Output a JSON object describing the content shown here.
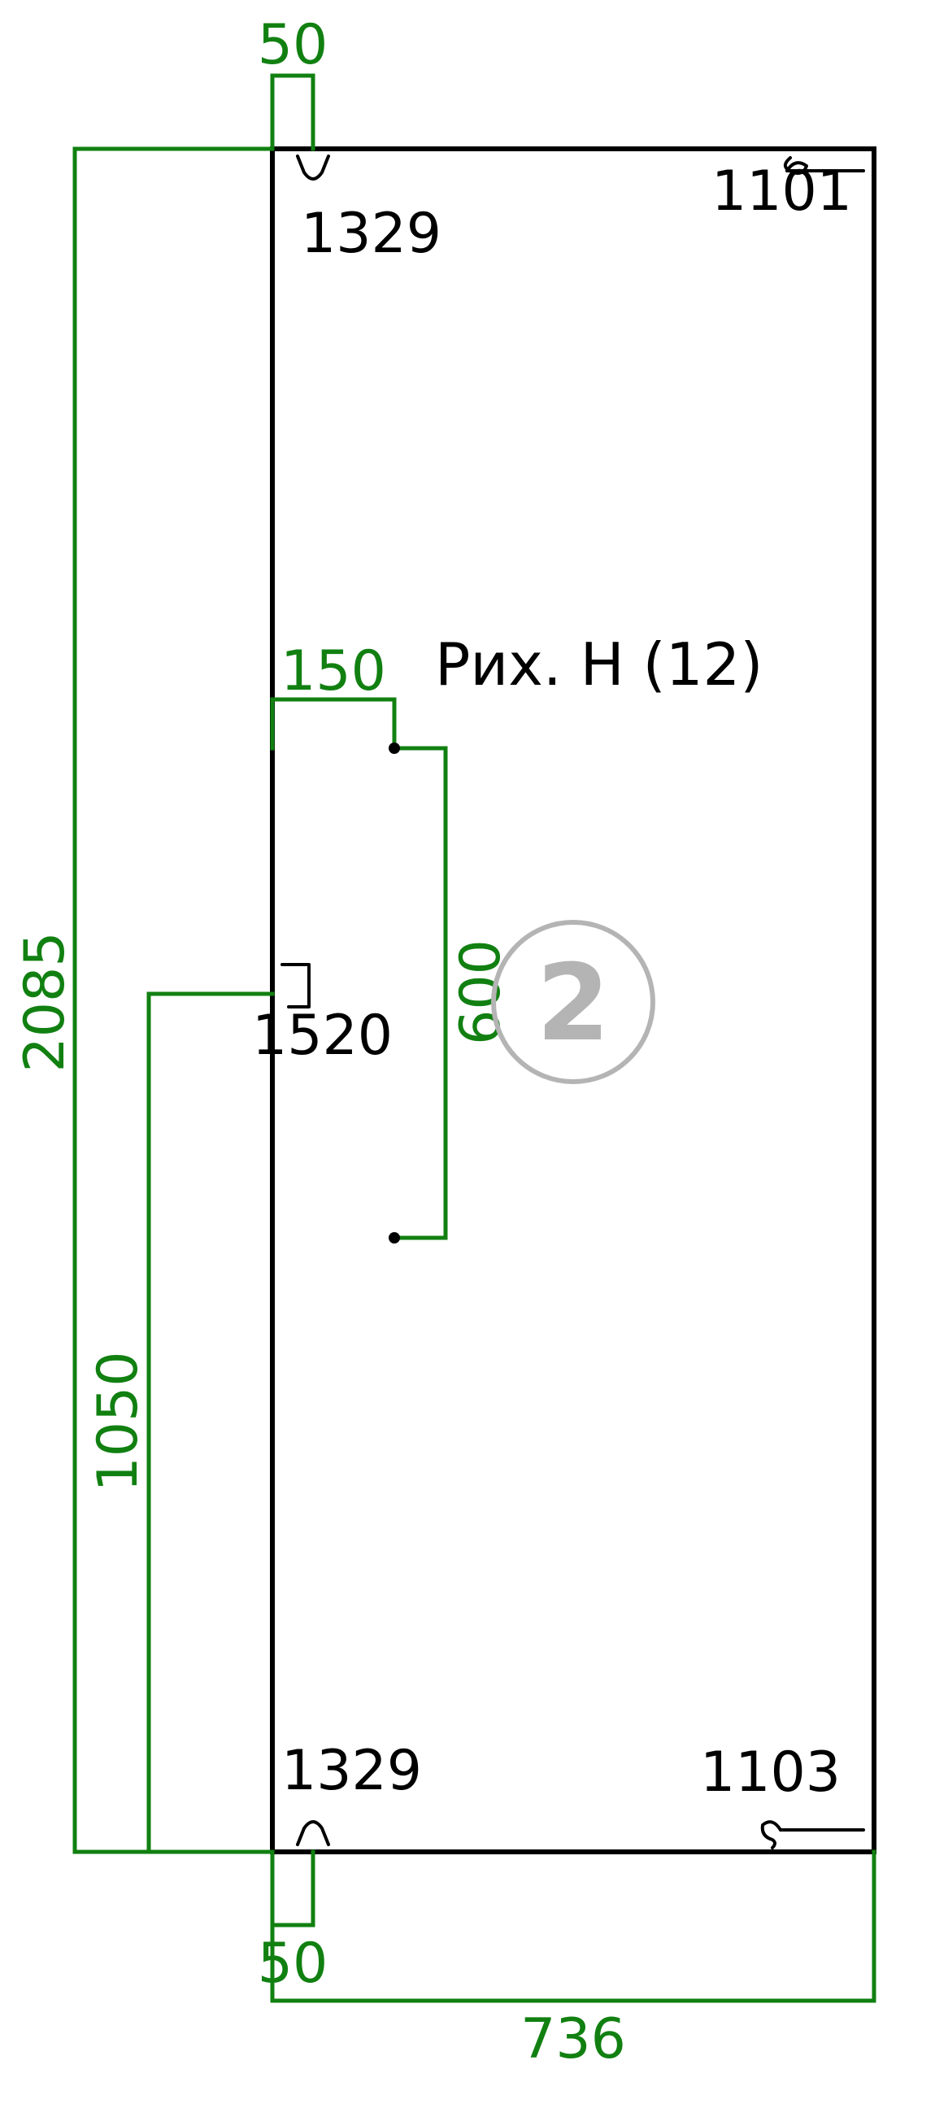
{
  "panel": {
    "label": "Рих. Н (12)",
    "number": "2"
  },
  "dimensions": {
    "top_notch_width": "50",
    "hinge_offset": "150",
    "total_height": "2085",
    "hinge_spacing": "600",
    "handle_height": "1050",
    "bottom_notch_width": "50",
    "total_width": "736"
  },
  "fittings": {
    "top_left": "1329",
    "top_right": "1101",
    "middle_left": "1520",
    "bottom_left": "1329",
    "bottom_right": "1103"
  },
  "colors": {
    "dimension": "#118011",
    "outline": "#000000",
    "badge": "#b4b4b4"
  }
}
